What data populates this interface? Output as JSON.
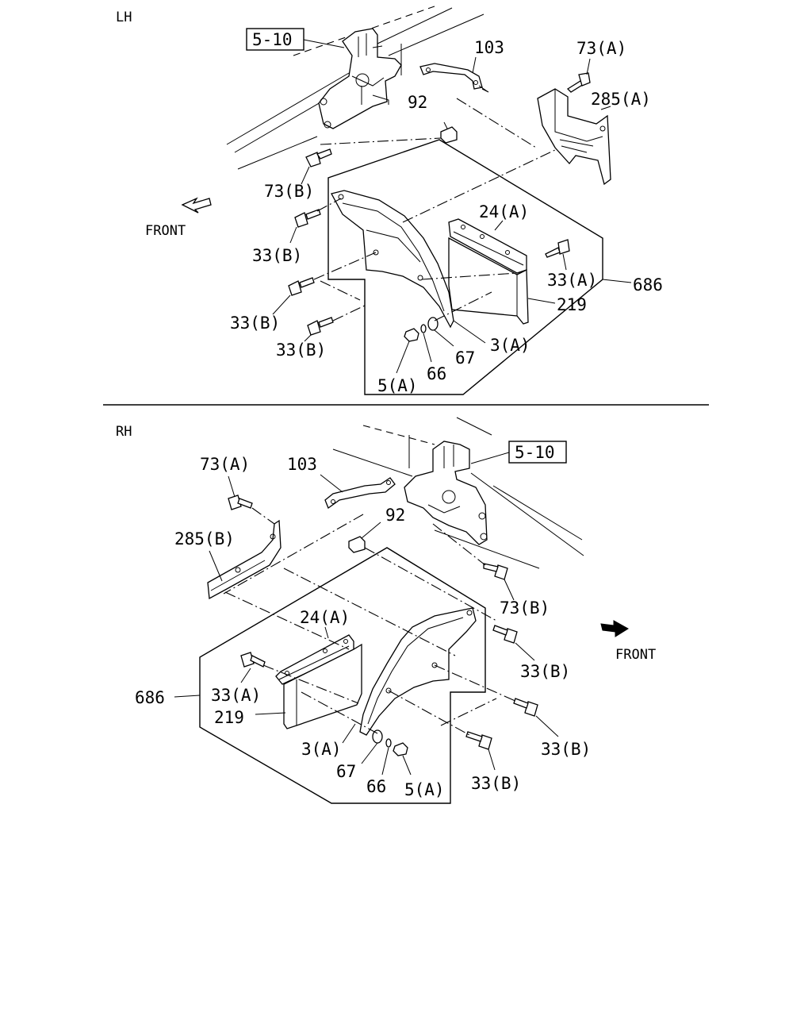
{
  "sections": {
    "lh": {
      "title": "LH",
      "front": "FRONT",
      "ref_box": "5-10",
      "labels": {
        "p103": "103",
        "p73a": "73(A)",
        "p285a": "285(A)",
        "p92": "92",
        "p73b": "73(B)",
        "p24a": "24(A)",
        "p33b_1": "33(B)",
        "p33a": "33(A)",
        "p686": "686",
        "p219": "219",
        "p33b_2": "33(B)",
        "p33b_3": "33(B)",
        "p3a": "3(A)",
        "p67": "67",
        "p66": "66",
        "p5a": "5(A)"
      }
    },
    "rh": {
      "title": "RH",
      "front": "FRONT",
      "ref_box": "5-10",
      "labels": {
        "p73a": "73(A)",
        "p103": "103",
        "p92": "92",
        "p285b": "285(B)",
        "p73b": "73(B)",
        "p24a": "24(A)",
        "p33b_1": "33(B)",
        "p686": "686",
        "p33a": "33(A)",
        "p219": "219",
        "p33b_2": "33(B)",
        "p3a": "3(A)",
        "p67": "67",
        "p66": "66",
        "p5a": "5(A)",
        "p33b_3": "33(B)"
      }
    }
  }
}
